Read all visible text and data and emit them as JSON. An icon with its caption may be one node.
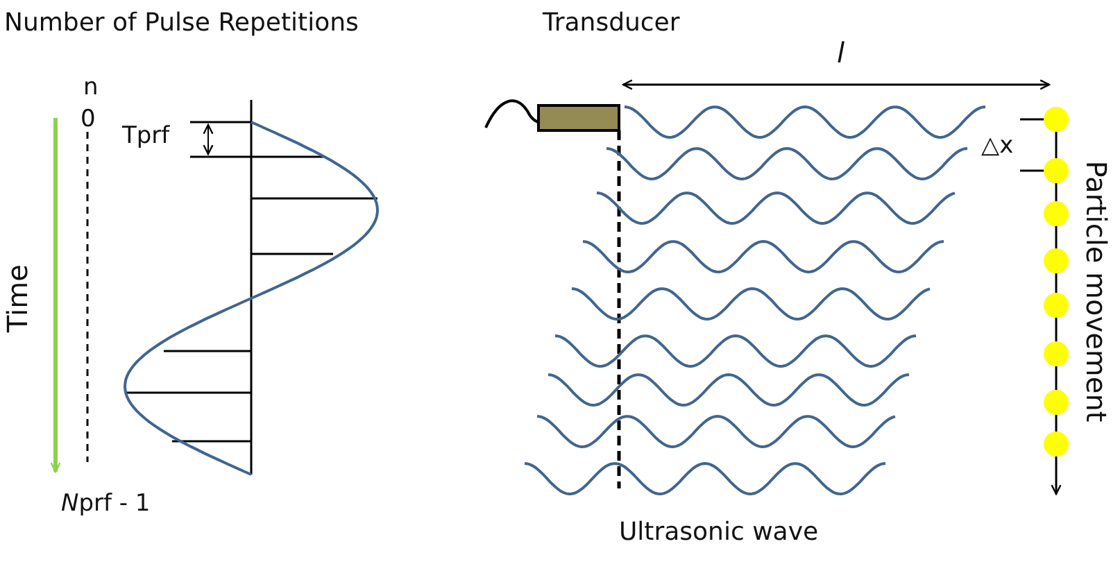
{
  "diagram": {
    "labels": [
      "Number of Pulse Repetitions",
      "Transducer",
      "l",
      "n",
      "0",
      "Tprf",
      "△x",
      "Time",
      "Particle movement",
      "Nprf - 1",
      "Ultrasonic wave"
    ]
  }
}
